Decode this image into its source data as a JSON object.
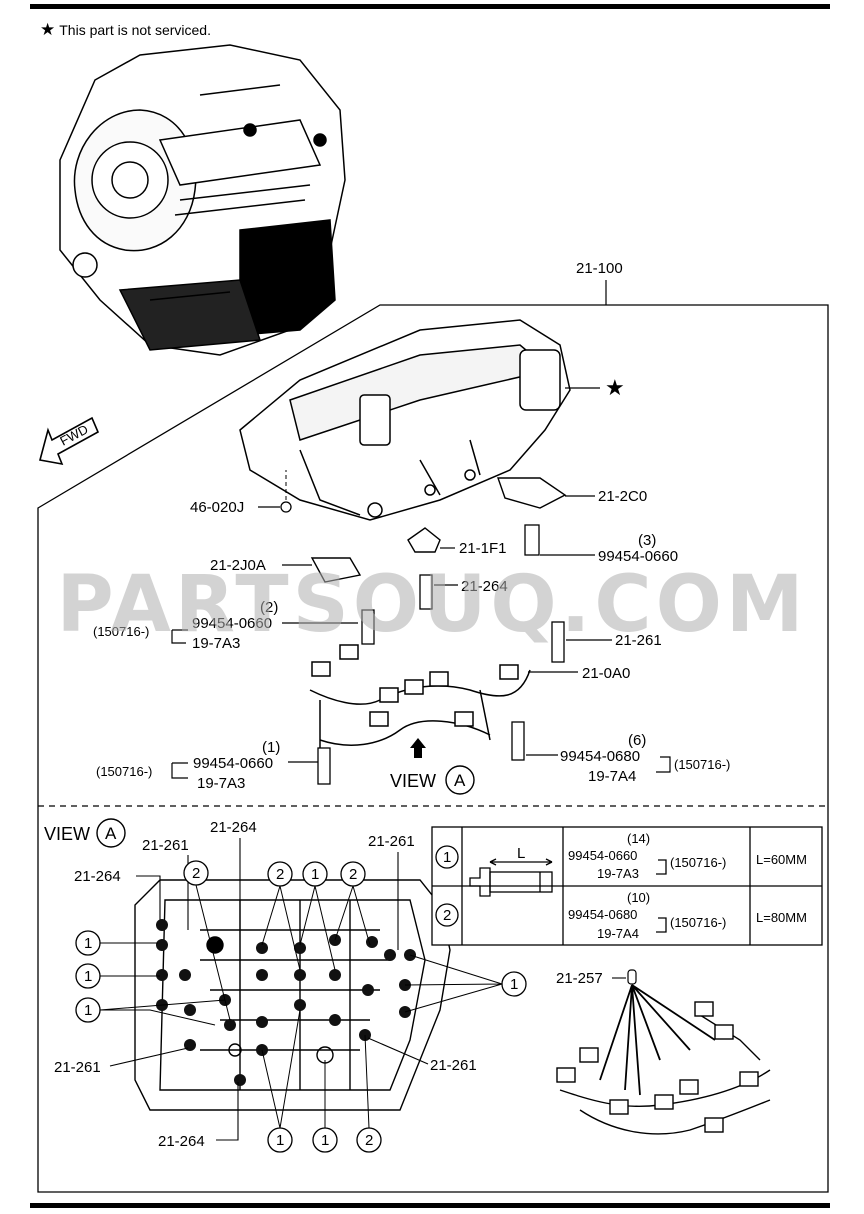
{
  "note": {
    "symbol": "★",
    "text": "This part is not serviced."
  },
  "watermark": "PARTSOUQ.COM",
  "callouts": {
    "assembly": "21-100",
    "star": "★",
    "bracket_2c0": "21-2C0",
    "pin": "46-020J",
    "sensor_1f1": "21-1F1",
    "bolt_660_3_qty": "(3)",
    "bolt_660_3": "99454-0660",
    "bracket_2j0a": "21-2J0A",
    "bolt_264": "21-264",
    "bolt_660_2_qty": "(2)",
    "bolt_660_2": "99454-0660",
    "date_2": "(150716-)",
    "ref_2": "19-7A3",
    "bolt_261": "21-261",
    "harness": "21-0A0",
    "bolt_680_6_qty": "(6)",
    "bolt_680_6": "99454-0680",
    "date_6": "(150716-)",
    "ref_6": "19-7A4",
    "bolt_660_1_qty": "(1)",
    "bolt_660_1": "99454-0660",
    "date_1": "(150716-)",
    "ref_1": "19-7A3",
    "view_label": "VIEW",
    "view_letter": "A",
    "fwd": "FWD"
  },
  "view_a": {
    "title": "VIEW",
    "letter": "A",
    "lbl_261_a": "21-261",
    "lbl_264_a": "21-264",
    "lbl_261_b": "21-261",
    "lbl_264_b": "21-264",
    "lbl_261_c": "21-261",
    "lbl_261_d": "21-261",
    "lbl_264_c": "21-264",
    "lbl_257": "21-257",
    "circle_1": "1",
    "circle_2": "2"
  },
  "bolt_table": {
    "length_label": "L",
    "rows": [
      {
        "key": "1",
        "qty": "(14)",
        "part": "99454-0660",
        "date": "(150716-)",
        "ref": "19-7A3",
        "length": "L=60MM"
      },
      {
        "key": "2",
        "qty": "(10)",
        "part": "99454-0680",
        "date": "(150716-)",
        "ref": "19-7A4",
        "length": "L=80MM"
      }
    ]
  }
}
